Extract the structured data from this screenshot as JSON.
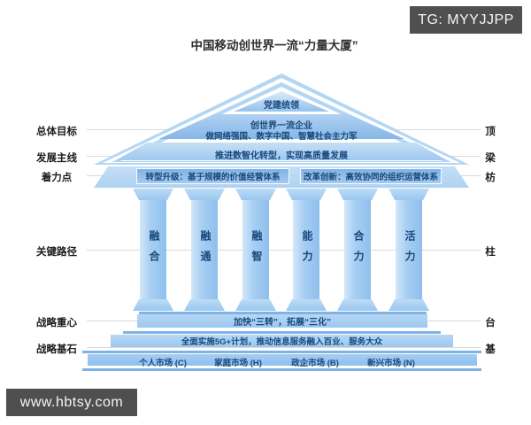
{
  "title": "中国移动创世界一流“力量大厦”",
  "watermarks": {
    "top_right": "TG: MYYJJPP",
    "bottom_left": "www.hbtsy.com"
  },
  "rows": [
    {
      "left": "总体目标",
      "right": "顶"
    },
    {
      "left": "发展主线",
      "right": "梁"
    },
    {
      "left": "着力点",
      "right": "枋"
    },
    {
      "left": "关键路径",
      "right": "柱"
    },
    {
      "left": "战略重心",
      "right": "台"
    },
    {
      "left": "战略基石",
      "right": "基"
    }
  ],
  "building": {
    "roof": {
      "party": "党建统领",
      "goal_line1": "创世界一流企业",
      "goal_line2": "做网络强国、数字中国、智慧社会主力军",
      "mainline": "推进数智化转型，实现高质量发展"
    },
    "beam": {
      "left_box": "转型升级：基于规模的价值经营体系",
      "right_box": "改革创新：高效协同的组织运营体系"
    },
    "pillars": [
      "融合",
      "融通",
      "融智",
      "能力",
      "合力",
      "活力"
    ],
    "platform_top": "加快“三转”，拓展“三化”",
    "platform_mid": "全面实施5G+计划，推动信息服务融入百业、服务大众",
    "markets": [
      "个人市场 (C)",
      "家庭市场 (H)",
      "政企市场 (B)",
      "新兴市场 (N)"
    ]
  },
  "colors": {
    "roof_stripe": "#b2d6f3",
    "band_mid_blue": "#86b7e8",
    "pillar_blue": "#9ac7f0",
    "text_dark_blue": "#17497c",
    "badge_bg": "#4f4f4f",
    "guide_line": "#dadada"
  }
}
